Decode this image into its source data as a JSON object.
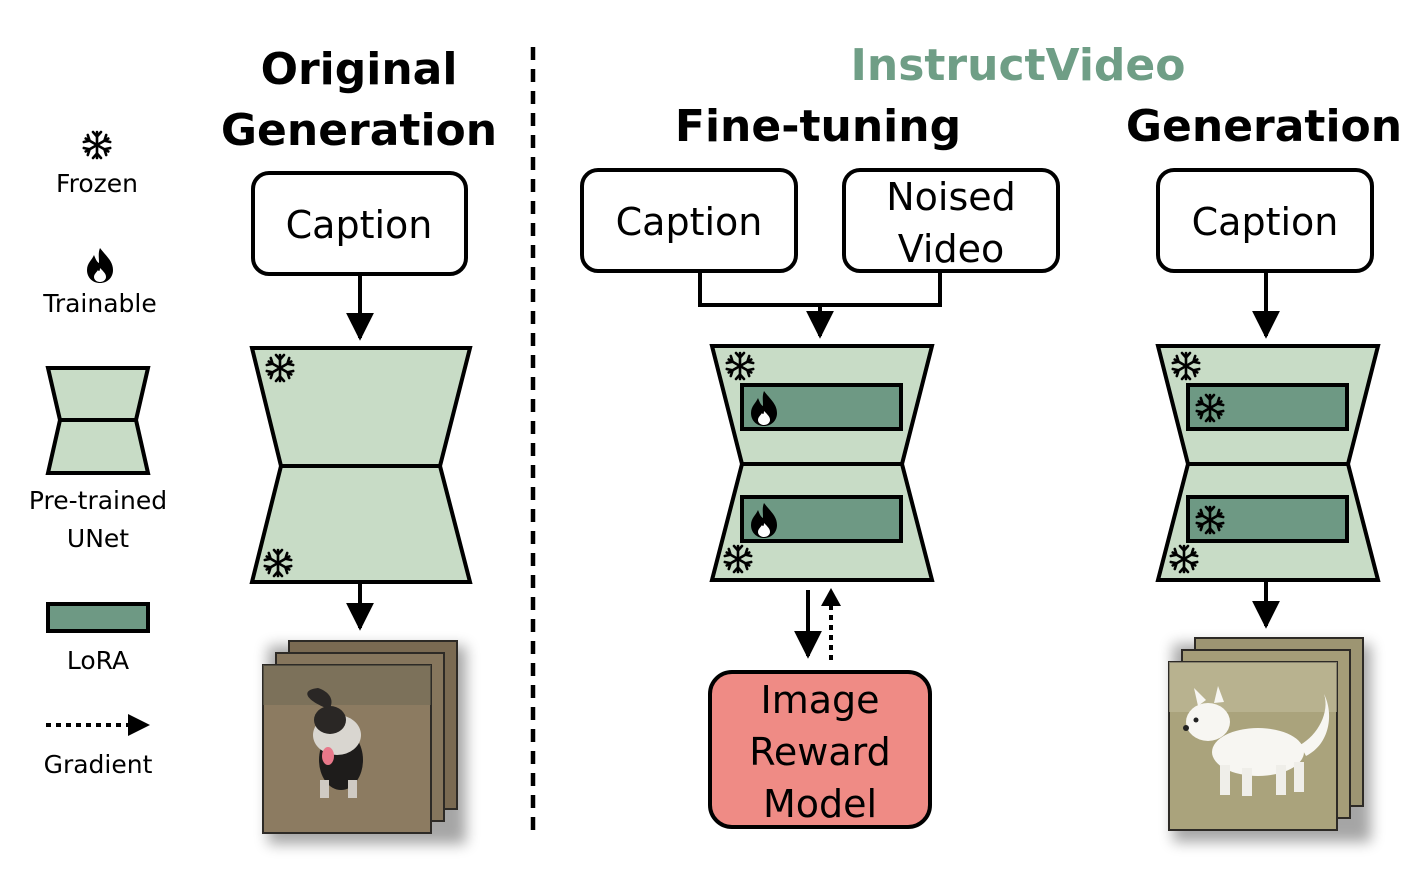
{
  "headings": {
    "original_line1": "Original",
    "original_line2": "Generation",
    "instructvideo": "InstructVideo",
    "finetuning": "Fine-tuning",
    "generation": "Generation"
  },
  "legend": {
    "frozen": "Frozen",
    "trainable": "Trainable",
    "unet_line1": "Pre-trained",
    "unet_line2": "UNet",
    "lora": "LoRA",
    "gradient": "Gradient"
  },
  "boxes": {
    "caption": "Caption",
    "noised_line1": "Noised",
    "noised_line2": "Video",
    "reward_line1": "Image",
    "reward_line2": "Reward",
    "reward_line3": "Model"
  },
  "colors": {
    "unet_fill": "#c8dcc6",
    "lora_fill": "#6e9984",
    "reward_fill": "#ef8b85",
    "instruct_title": "#6f9e86",
    "stroke": "#000000"
  },
  "icons": {
    "frozen": "snowflake-icon",
    "trainable": "flame-icon"
  }
}
